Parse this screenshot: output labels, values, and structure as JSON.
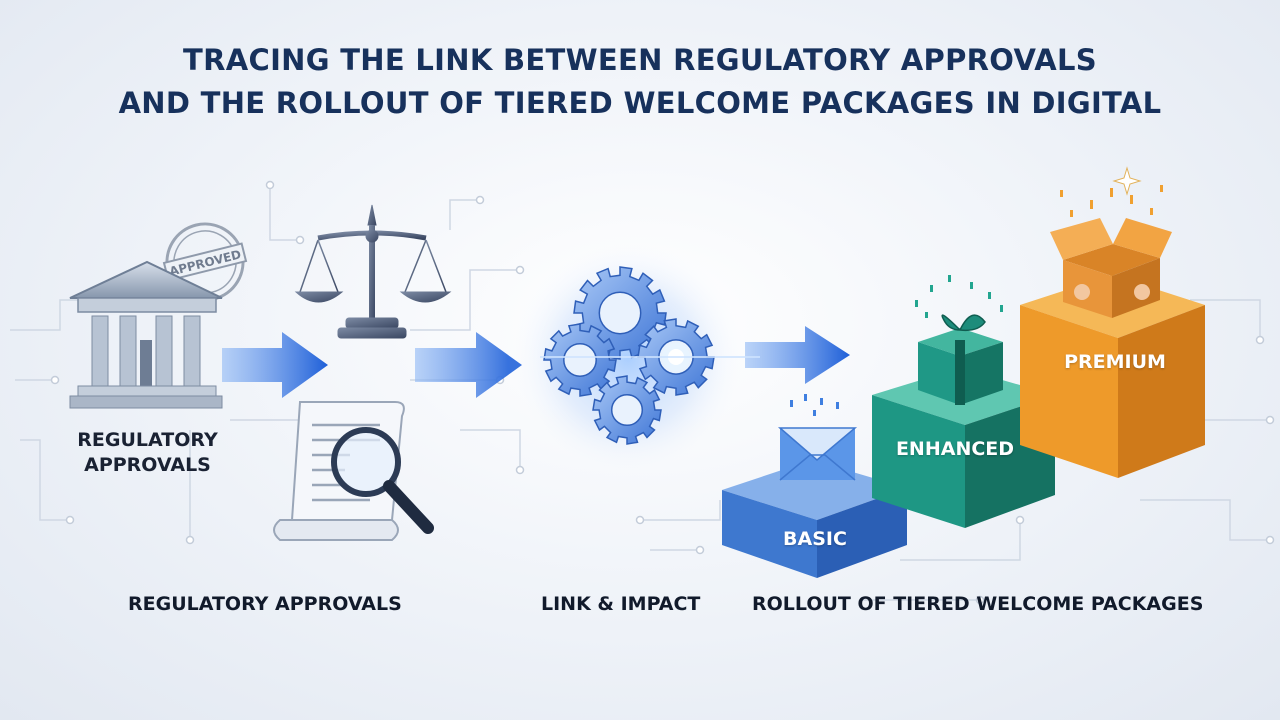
{
  "title": {
    "line1": "TRACING THE LINK BETWEEN REGULATORY APPROVALS",
    "line2": "AND THE ROLLOUT OF TIERED WELCOME PACKAGES IN DIGITAL"
  },
  "stamp_text": "APPROVED",
  "bank_label": {
    "line1": "REGULATORY",
    "line2": "APPROVALS"
  },
  "captions": {
    "approvals": "REGULATORY APPROVALS",
    "link": "LINK & IMPACT",
    "rollout": "ROLLOUT OF TIERED WELCOME PACKAGES"
  },
  "tiers": [
    {
      "label": "BASIC",
      "color": "#4a86d8"
    },
    {
      "label": "ENHANCED",
      "color": "#1f9a8a"
    },
    {
      "label": "PREMIUM",
      "color": "#f0a02a"
    }
  ],
  "colors": {
    "title": "#17315c",
    "arrow": "#2f6fe0",
    "gear": "#5b8fe6"
  },
  "icons": [
    "bank-building-icon",
    "approved-stamp-icon",
    "balance-scale-icon",
    "document-scroll-icon",
    "magnifier-icon",
    "gears-icon",
    "envelope-icon",
    "gift-box-icon",
    "open-box-icon"
  ]
}
